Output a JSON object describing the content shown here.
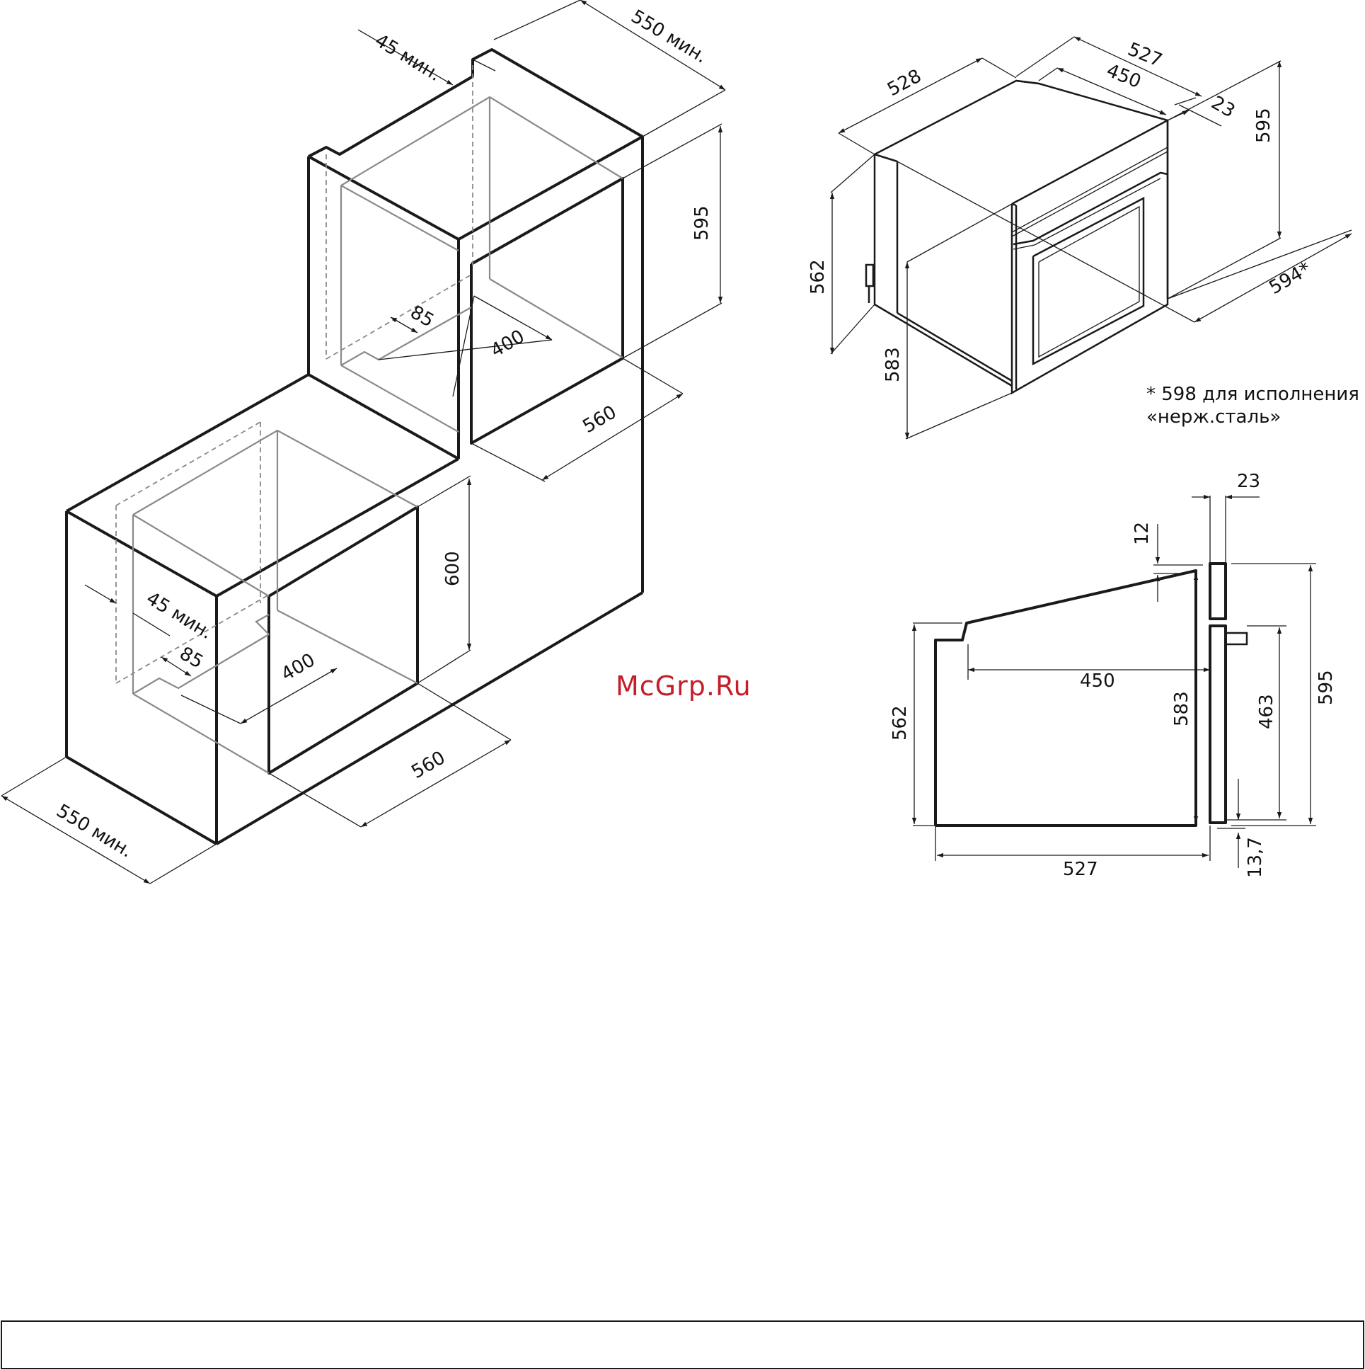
{
  "left_drawing": {
    "upper_cabinet": {
      "gap_label": "45 мин.",
      "depth_label": "550  мин.",
      "height_label": "595",
      "vent_depth_label": "85",
      "vent_width_label": "400",
      "width_label": "560"
    },
    "lower_cabinet": {
      "gap_label": "45 мин.",
      "depth_label": "550 мин.",
      "height_label": "600",
      "vent_depth_label": "85",
      "vent_width_label": "400",
      "width_label": "560"
    }
  },
  "iso_oven": {
    "top_depth_label": "527",
    "inner_depth_label": "450",
    "panel_label": "23",
    "total_depth_label": "528",
    "height_label": "595",
    "body_height_label": "562",
    "inner_height_label": "583",
    "width_label": "594*"
  },
  "footnote": {
    "line1": "* 598 для исполнения",
    "line2": "«нерж.сталь»"
  },
  "side_view": {
    "panel_label": "23",
    "top_offset_label": "12",
    "depth_label": "450",
    "body_height_label": "562",
    "inner_height_label": "583",
    "handle_height_label": "463",
    "total_height_label": "595",
    "total_depth_label": "527",
    "bottom_offset_label": "13,7"
  },
  "watermark": "McGrp.Ru"
}
